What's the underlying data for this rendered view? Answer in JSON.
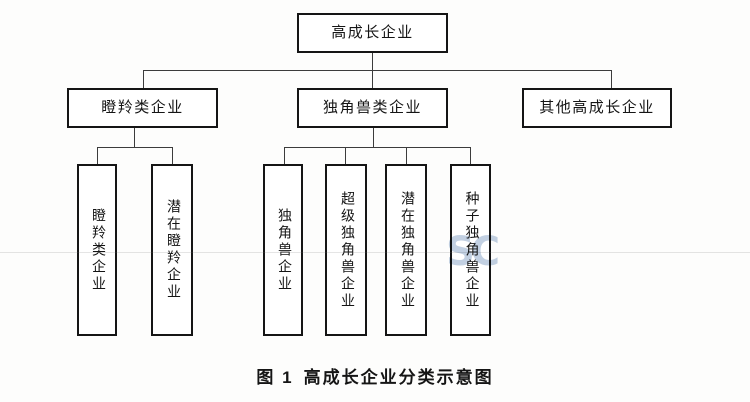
{
  "diagram": {
    "root": {
      "label": "高成长企业"
    },
    "level2": [
      {
        "label": "瞪羚类企业"
      },
      {
        "label": "独角兽类企业"
      },
      {
        "label": "其他高成长企业"
      }
    ],
    "gazelle_children": [
      {
        "label": "瞪羚类企业"
      },
      {
        "label": "潜在瞪羚企业"
      }
    ],
    "unicorn_children": [
      {
        "label": "独角兽企业"
      },
      {
        "label": "超级独角兽企业"
      },
      {
        "label": "潜在独角兽企业"
      },
      {
        "label": "种子独角兽企业"
      }
    ],
    "caption": {
      "figure_number": "图 1",
      "title": "高成长企业分类示意图"
    },
    "watermark_text": "SC",
    "colors": {
      "box_border": "#151515",
      "connector": "#3c3c3c",
      "watermark": "#aec1d8",
      "background": "#fdfdfc"
    }
  }
}
